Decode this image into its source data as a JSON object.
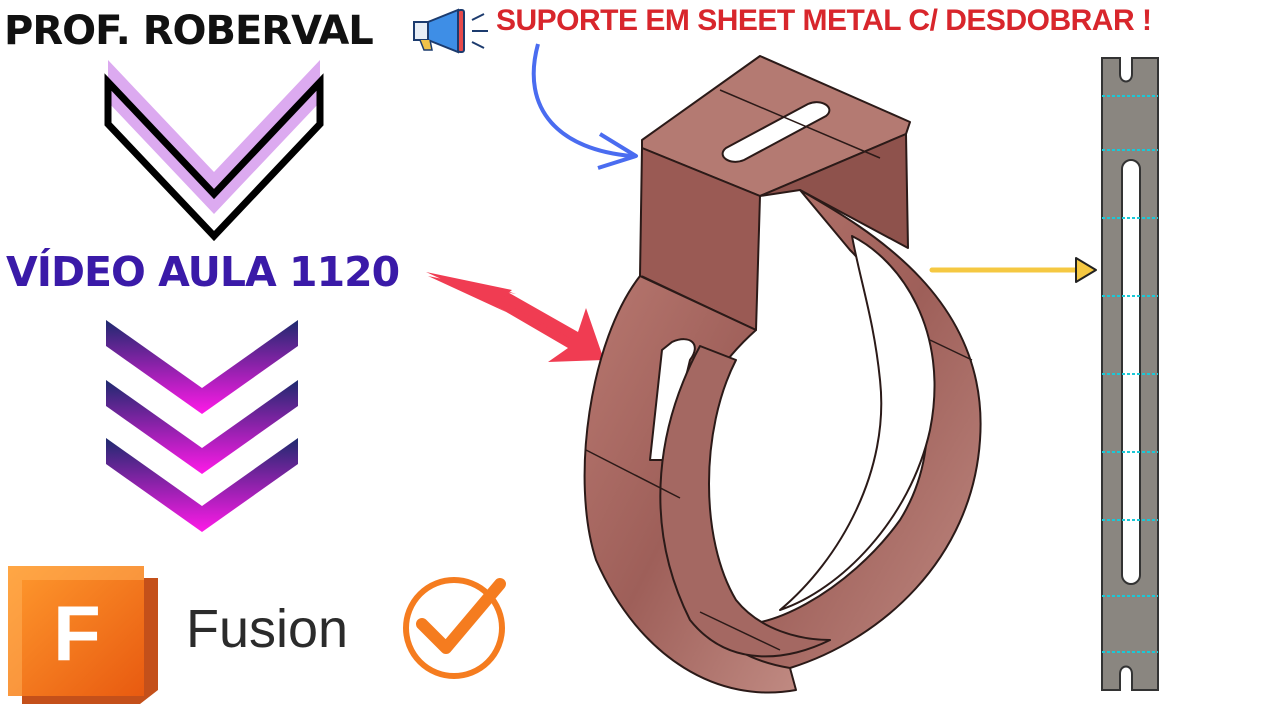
{
  "author": "PROF. ROBERVAL",
  "headline": "SUPORTE EM SHEET METAL C/ DESDOBRAR !",
  "lesson": "VÍDEO AULA 1120",
  "brand": {
    "letter": "F",
    "name": "Fusion"
  },
  "icons": {
    "megaphone": "megaphone-icon",
    "check": "checkmark-circle-icon",
    "logo": "fusion-logo-icon"
  },
  "colors": {
    "headline": "#d8262c",
    "lesson": "#3a1aa8",
    "part": "#a86a64",
    "flat_pattern": "#8a8680",
    "bend_lines": "#19c9d8",
    "brand_orange": "#f36f21",
    "check_orange": "#f57c1f"
  }
}
